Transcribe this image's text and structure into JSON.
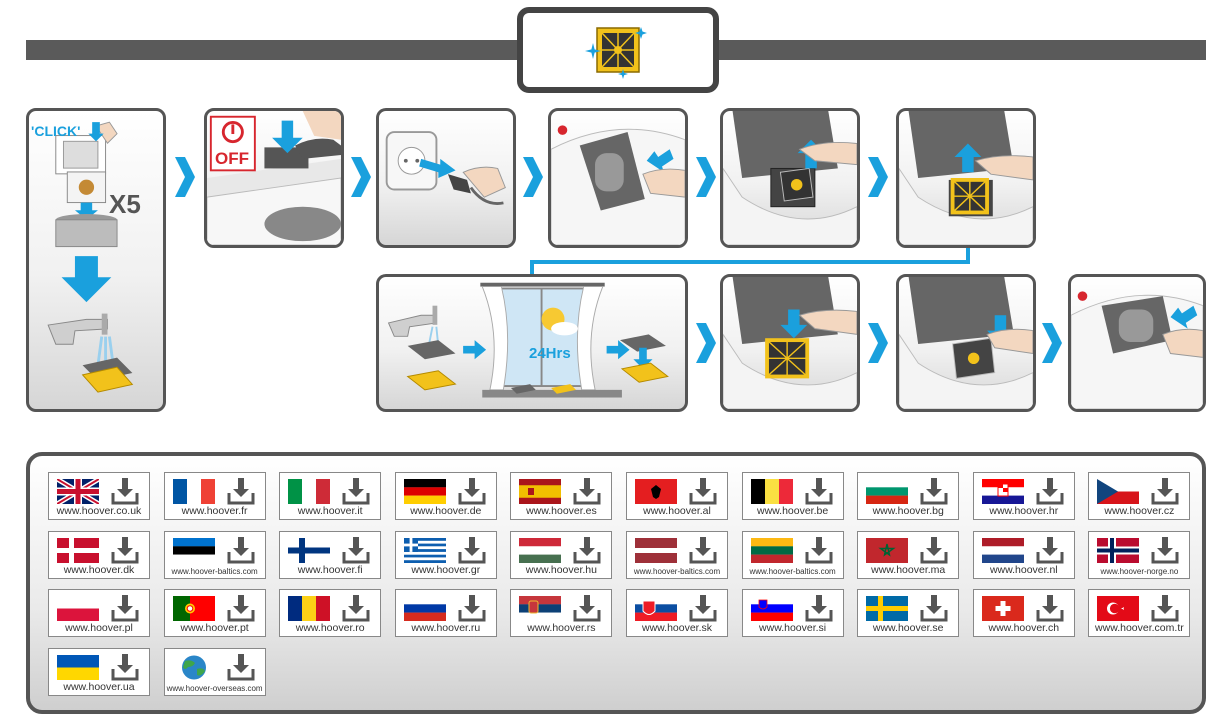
{
  "header": {
    "emblem_icon": "clean-filter-sparkle-icon"
  },
  "steps": {
    "click_label": "'CLICK'",
    "times_label": "X5",
    "off_label": "OFF",
    "dry_time_label": "24Hrs",
    "accent_color": "#1aa0dd",
    "off_color": "#d7262e",
    "filter_color": "#f2c21b"
  },
  "websites": [
    {
      "flag": "uk",
      "url": "www.hoover.co.uk"
    },
    {
      "flag": "fr",
      "url": "www.hoover.fr"
    },
    {
      "flag": "it",
      "url": "www.hoover.it"
    },
    {
      "flag": "de",
      "url": "www.hoover.de"
    },
    {
      "flag": "es",
      "url": "www.hoover.es"
    },
    {
      "flag": "al",
      "url": "www.hoover.al"
    },
    {
      "flag": "be",
      "url": "www.hoover.be"
    },
    {
      "flag": "bg",
      "url": "www.hoover.bg"
    },
    {
      "flag": "hr",
      "url": "www.hoover.hr"
    },
    {
      "flag": "cz",
      "url": "www.hoover.cz"
    },
    {
      "flag": "dk",
      "url": "www.hoover.dk"
    },
    {
      "flag": "ee",
      "url": "www.hoover-baltics.com"
    },
    {
      "flag": "fi",
      "url": "www.hoover.fi"
    },
    {
      "flag": "gr",
      "url": "www.hoover.gr"
    },
    {
      "flag": "hu",
      "url": "www.hoover.hu"
    },
    {
      "flag": "lv",
      "url": "www.hoover-baltics.com"
    },
    {
      "flag": "lt",
      "url": "www.hoover-baltics.com"
    },
    {
      "flag": "ma",
      "url": "www.hoover.ma"
    },
    {
      "flag": "nl",
      "url": "www.hoover.nl"
    },
    {
      "flag": "no",
      "url": "www.hoover-norge.no"
    },
    {
      "flag": "pl",
      "url": "www.hoover.pl"
    },
    {
      "flag": "pt",
      "url": "www.hoover.pt"
    },
    {
      "flag": "ro",
      "url": "www.hoover.ro"
    },
    {
      "flag": "ru",
      "url": "www.hoover.ru"
    },
    {
      "flag": "rs",
      "url": "www.hoover.rs"
    },
    {
      "flag": "sk",
      "url": "www.hoover.sk"
    },
    {
      "flag": "si",
      "url": "www.hoover.si"
    },
    {
      "flag": "se",
      "url": "www.hoover.se"
    },
    {
      "flag": "ch",
      "url": "www.hoover.ch"
    },
    {
      "flag": "tr",
      "url": "www.hoover.com.tr"
    },
    {
      "flag": "ua",
      "url": "www.hoover.ua"
    },
    {
      "flag": "globe",
      "url": "www.hoover-overseas.com"
    }
  ]
}
